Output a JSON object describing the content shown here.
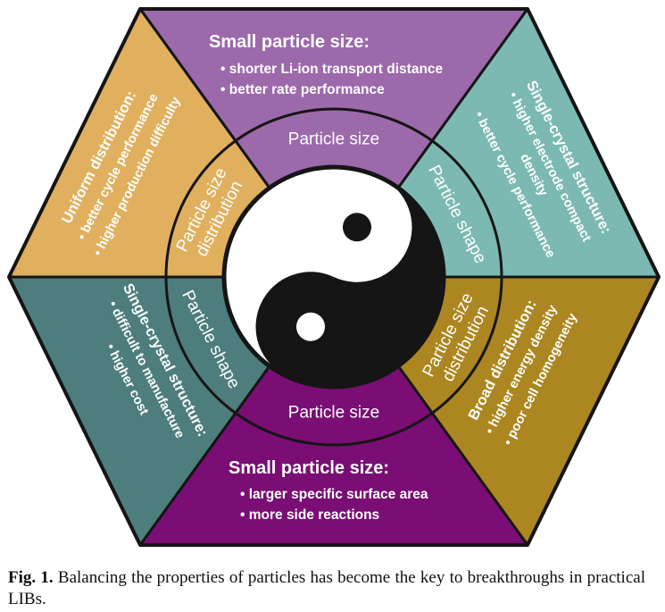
{
  "figure": {
    "caption_label": "Fig. 1.",
    "caption_text": "Balancing the properties of particles has become the key to breakthroughs in practical LIBs."
  },
  "icons": {
    "center_symbol": "yin-yang"
  },
  "sectors": {
    "top": {
      "color": "#9c69ab",
      "ring_label": "Particle size",
      "lines": [
        "Small particle size:",
        "• shorter Li-ion transport distance",
        "• better rate performance"
      ]
    },
    "top_right": {
      "color": "#7cb9b2",
      "ring_label": "Particle shape",
      "lines": [
        "Single-crystal structure:",
        "• higher electrode compact",
        "density",
        "• better cycle performance"
      ]
    },
    "bottom_right": {
      "color": "#ac8620",
      "ring_lines": [
        "Particle size",
        "distribution"
      ],
      "lines": [
        "Broad distribution:",
        "• higher energy density",
        "• poor cell homogeneity"
      ]
    },
    "bottom": {
      "color": "#7a0e74",
      "ring_label": "Particle size",
      "lines": [
        "Small particle size:",
        "• larger specific surface area",
        "• more side reactions"
      ]
    },
    "bottom_left": {
      "color": "#4e7d7d",
      "ring_label": "Particle shape",
      "lines": [
        "Single-crystal structure:",
        "• difficult to manufacture",
        "• higher cost"
      ]
    },
    "top_left": {
      "color": "#e0b05f",
      "ring_lines": [
        "Particle size",
        "distribution"
      ],
      "lines": [
        "Uniform distribution:",
        "• better cycle performance",
        "• higher production difficulty"
      ]
    }
  }
}
